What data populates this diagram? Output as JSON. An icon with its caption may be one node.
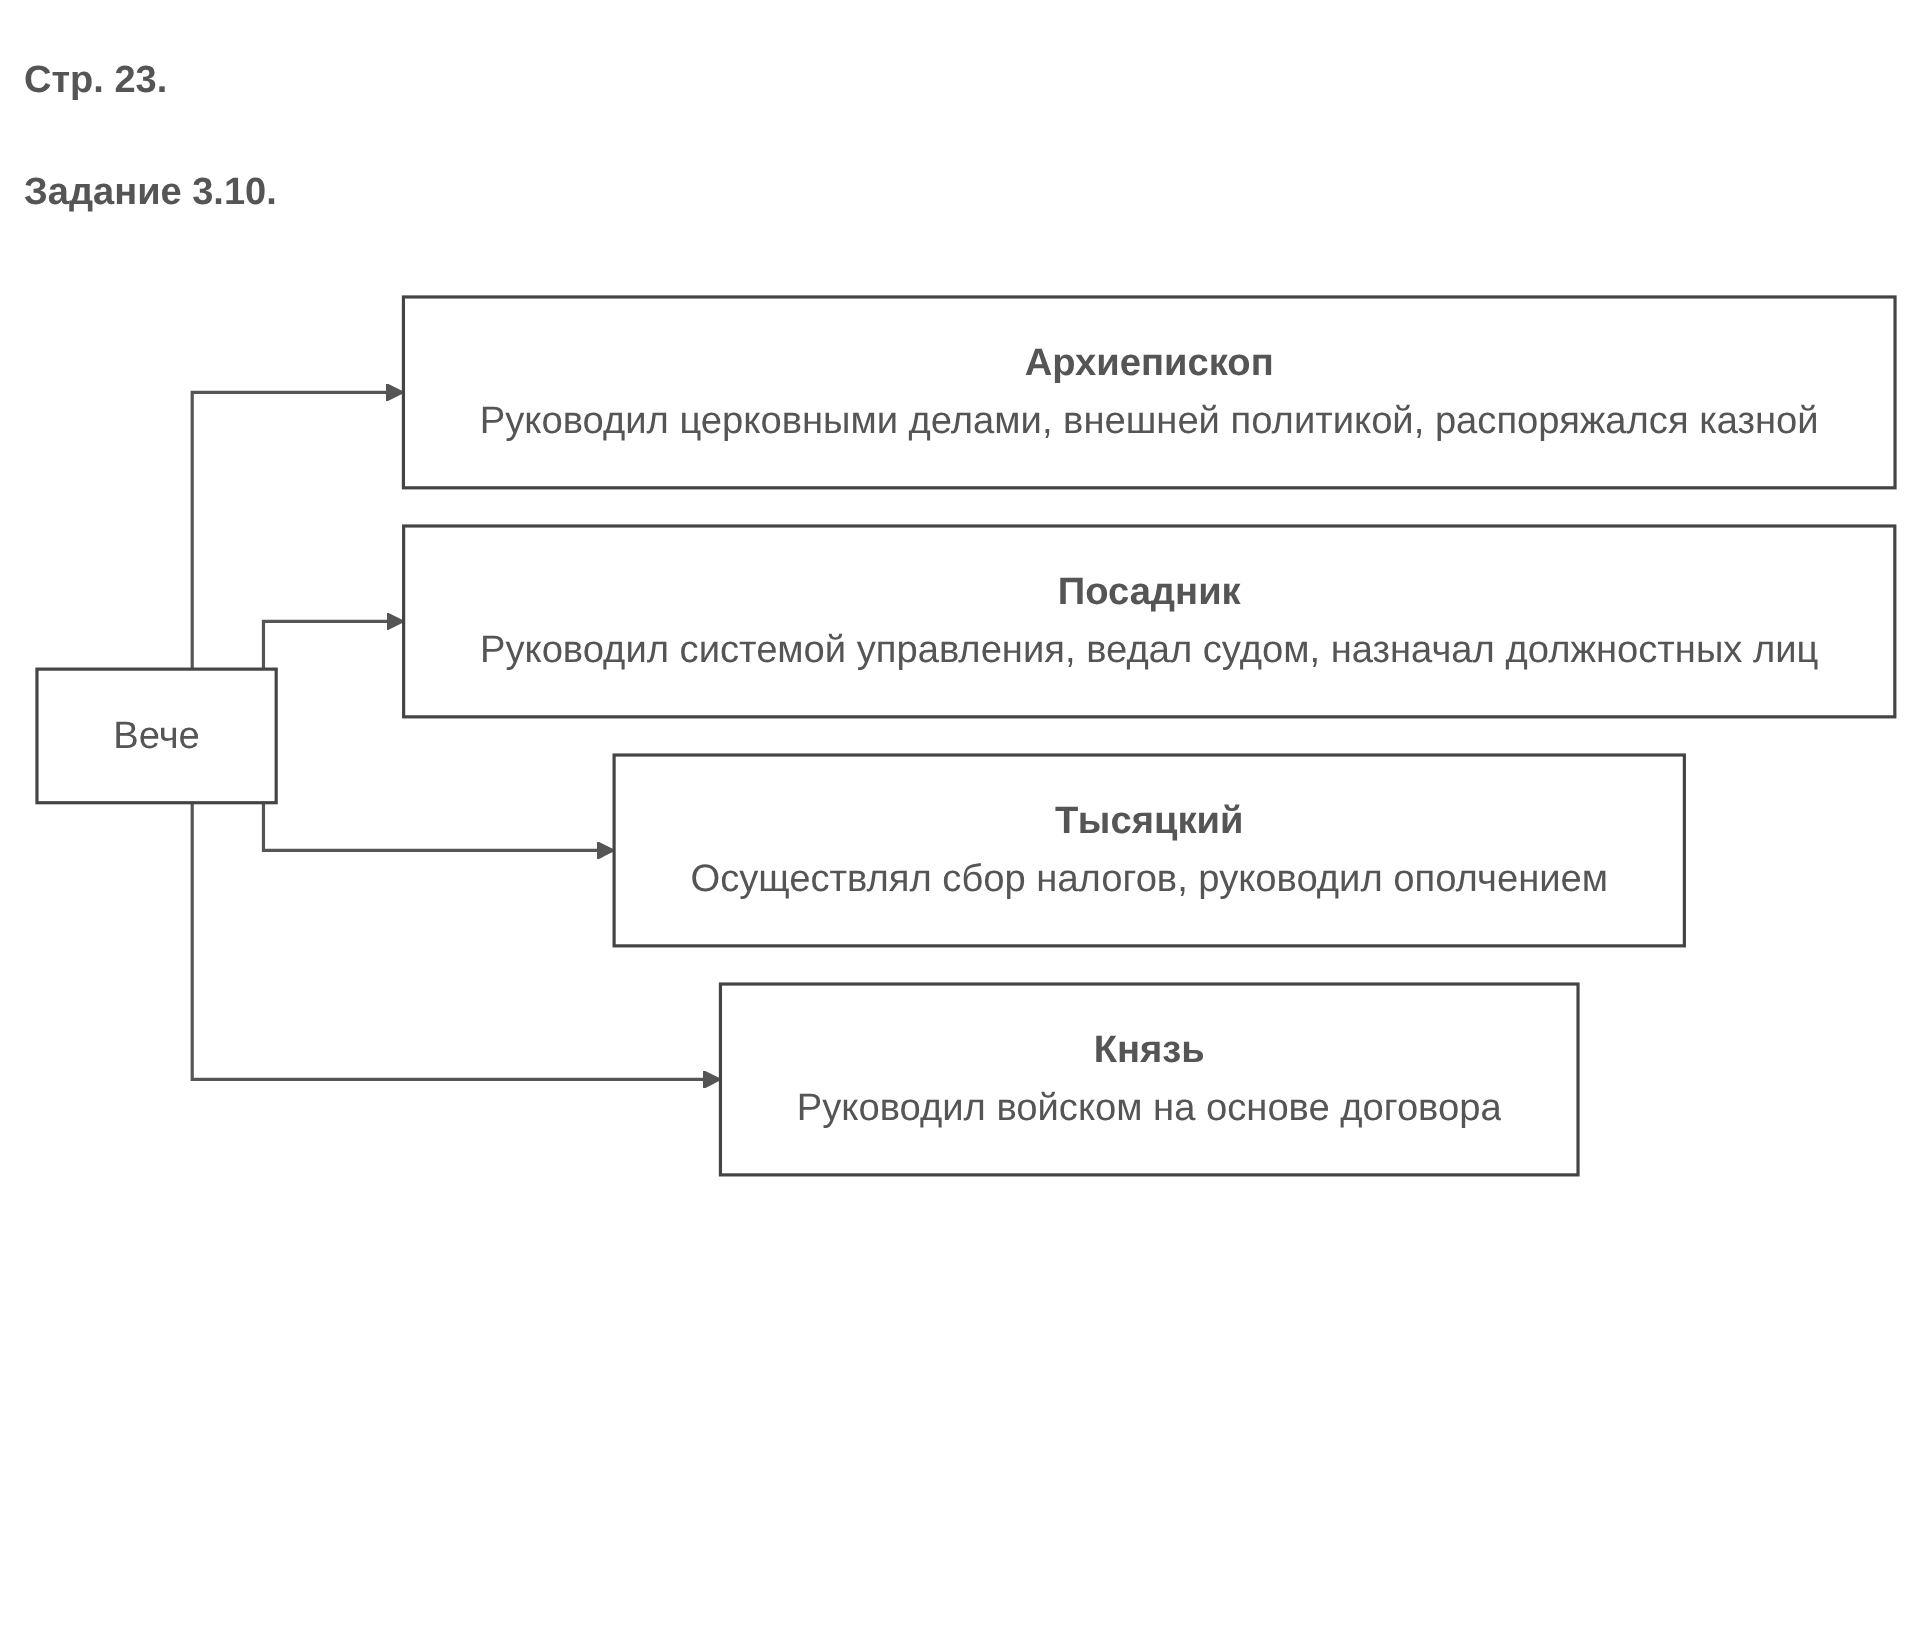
{
  "diagram": {
    "nodes": [
      {
        "text": [
          "Вече"
        ]
      },
      {
        "text": [
          "Архиепископ",
          "Руководил церковными делами, внешней политикой, распоряжался казной"
        ]
      },
      {
        "text": [
          "Посадник",
          "Руководил системой управления, ведал судом, назначал должностных лиц"
        ]
      },
      {
        "text": [
          "Тысяцкий",
          "Осуществлял сбор налогов, руководил ополчением"
        ]
      },
      {
        "text": [
          "Князь",
          "Руководил войском на основе договора"
        ]
      }
    ],
    "edges": [
      {
        "from": 0,
        "to": 1,
        "arrow": "to"
      },
      {
        "from": 0,
        "to": 2,
        "arrow": "to"
      },
      {
        "from": 0,
        "to": 3,
        "arrow": "to"
      },
      {
        "from": 0,
        "to": 4,
        "arrow": "to"
      }
    ],
    "labels": [
      "Стр. 23.",
      "Задание 3.10."
    ]
  }
}
